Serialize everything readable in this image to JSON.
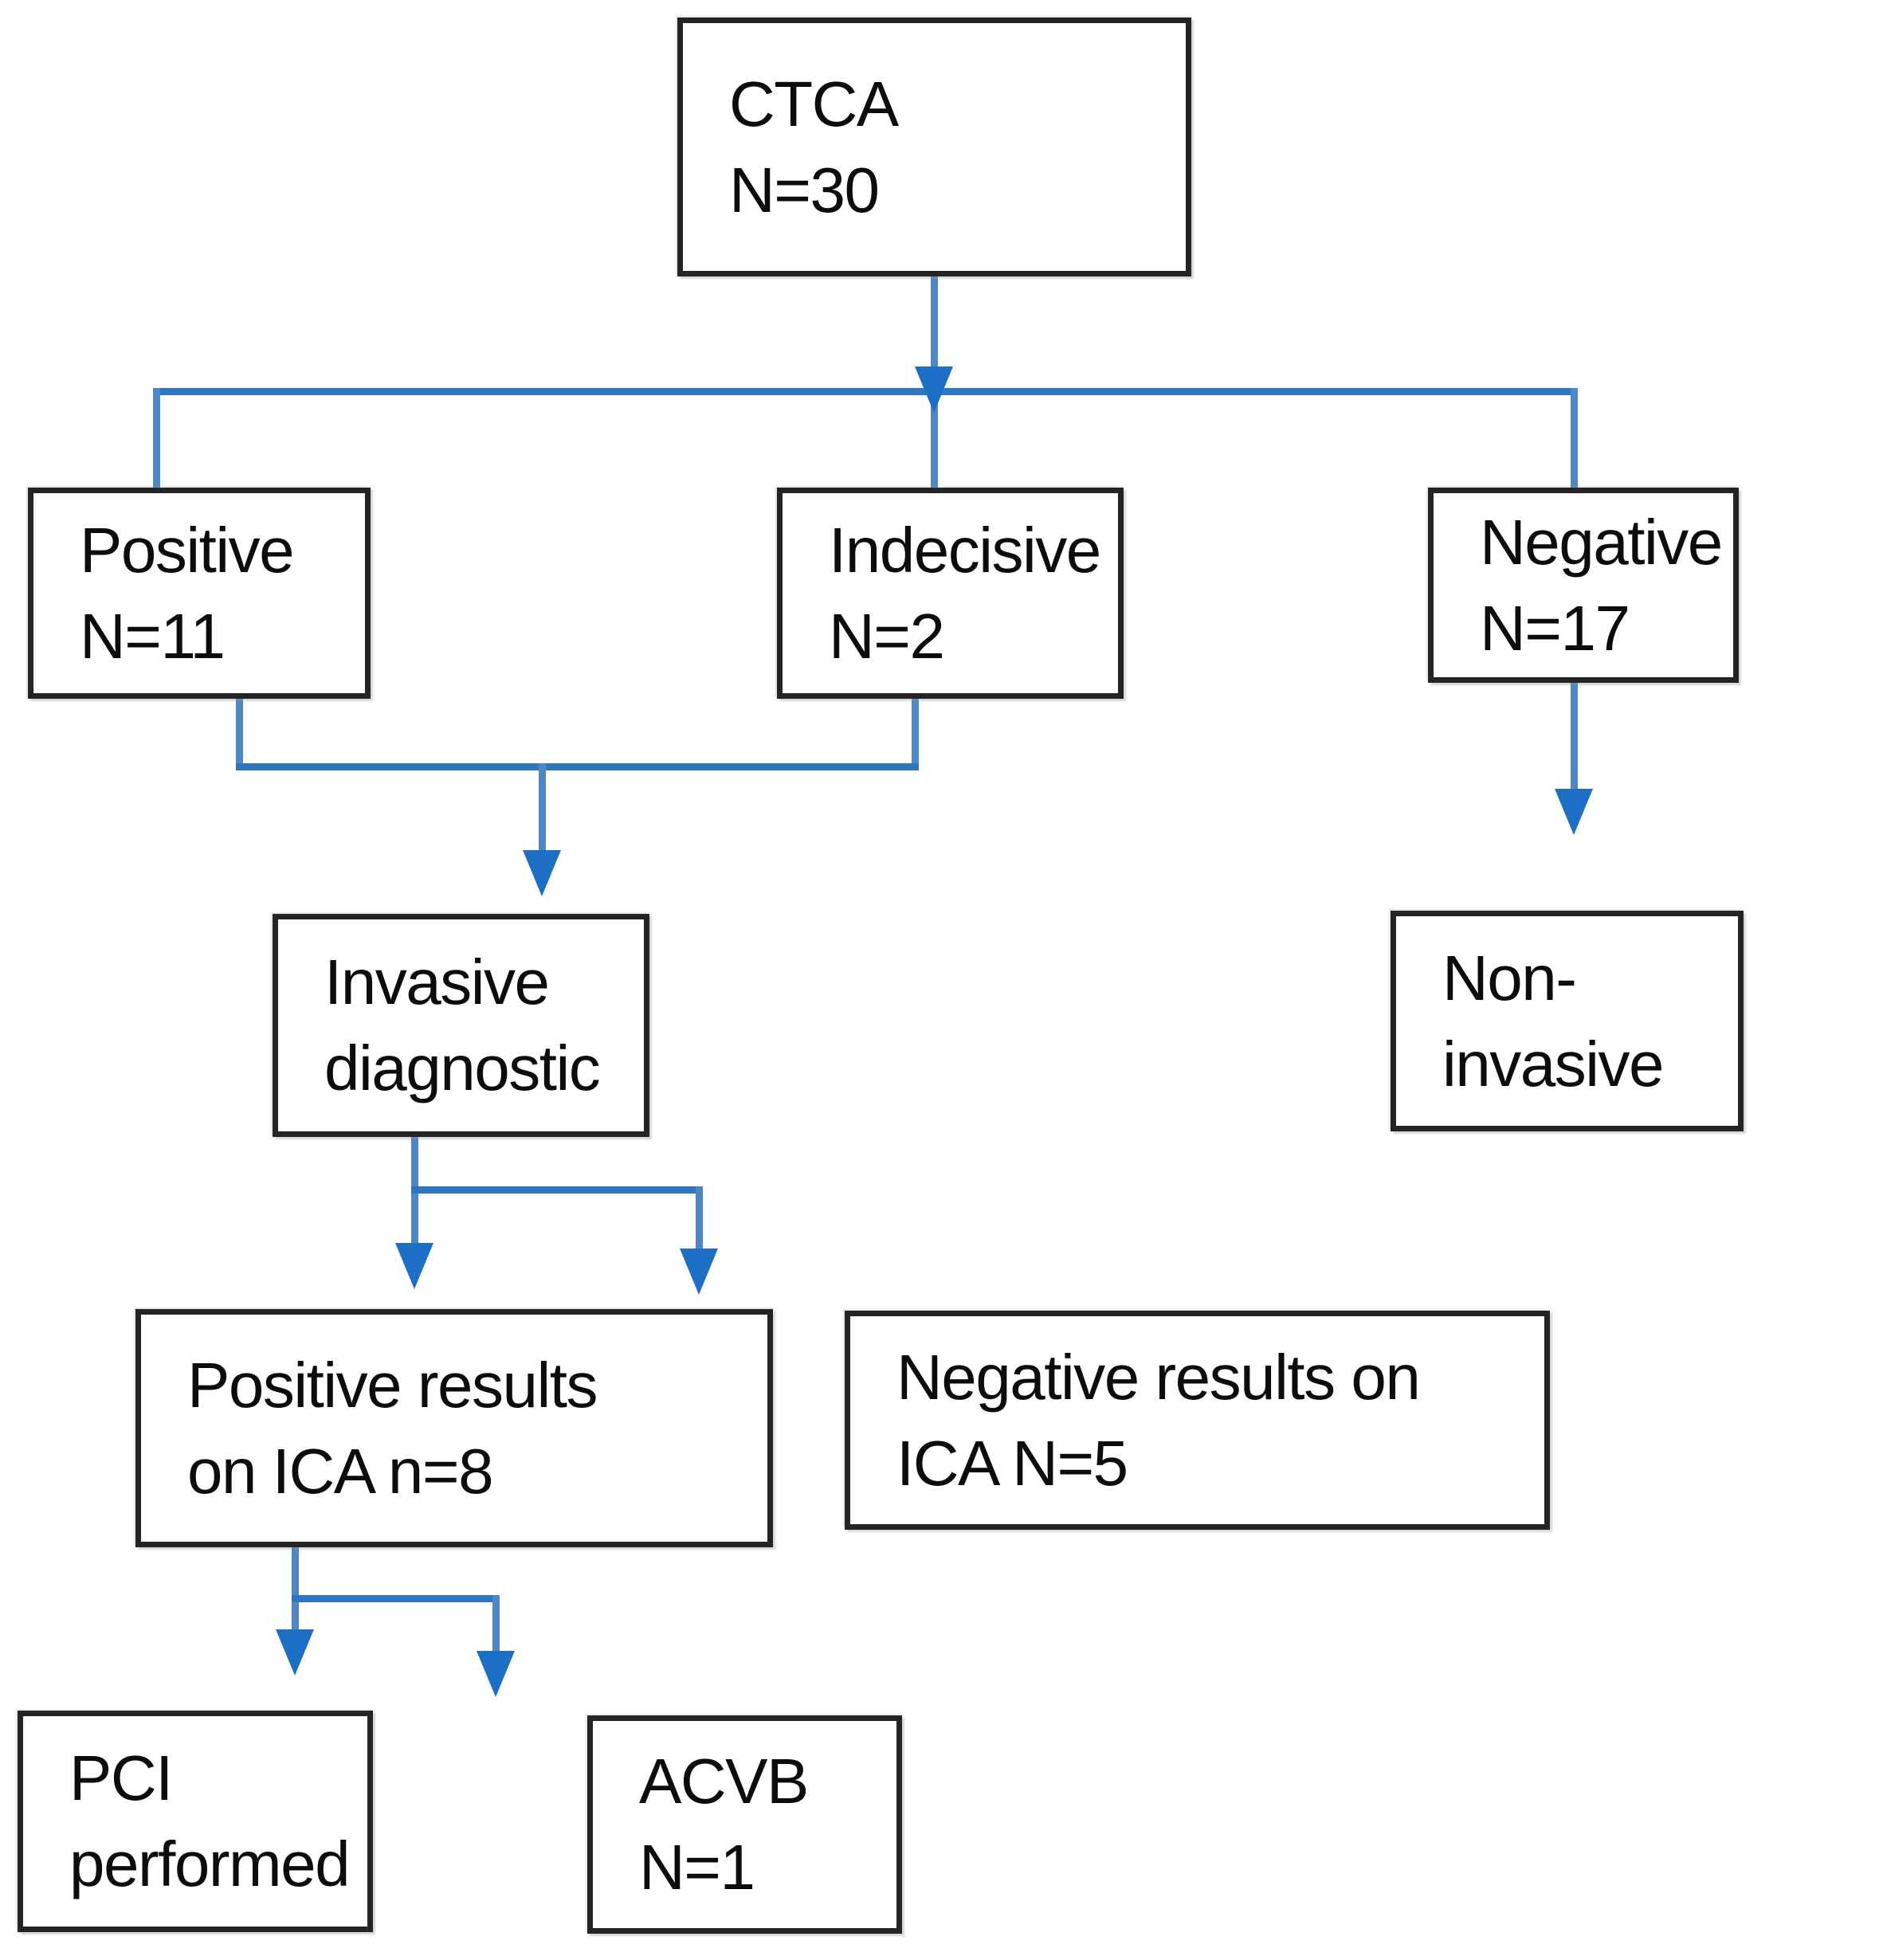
{
  "diagram": {
    "title": "CTCA triage flowchart",
    "colors": {
      "line": "#4e86c6",
      "line_strong": "#2e77c0",
      "arrow": "#1d6fc6",
      "box_border": "#242424",
      "text": "#0c0c0c",
      "background": "#ffffff"
    },
    "nodes": {
      "ctca": {
        "line1": "CTCA",
        "line2": "N=30"
      },
      "positive": {
        "line1": "Positive",
        "line2": "N=11"
      },
      "indecisive": {
        "line1": "Indecisive",
        "line2": "N=2"
      },
      "negative": {
        "line1": "Negative",
        "line2": "N=17"
      },
      "invasive": {
        "line1": "Invasive",
        "line2": "diagnostic"
      },
      "noninvasive": {
        "line1": "Non-",
        "line2": "invasive"
      },
      "positive_results": {
        "line1": "Positive results",
        "line2": "on ICA n=8"
      },
      "negative_results": {
        "line1": "Negative results on",
        "line2": "ICA N=5"
      },
      "pci": {
        "line1": "PCI",
        "line2": "performed"
      },
      "acvb": {
        "line1": "ACVB",
        "line2": "N=1"
      }
    },
    "edges": [
      "CTCA -> Positive",
      "CTCA -> Indecisive",
      "CTCA -> Negative",
      "Positive + Indecisive -> Invasive diagnostic",
      "Negative -> Non-invasive",
      "Invasive diagnostic -> Positive results on ICA n=8",
      "Invasive diagnostic -> Negative results on ICA N=5",
      "Positive results on ICA n=8 -> PCI performed",
      "Positive results on ICA n=8 -> ACVB N=1"
    ]
  }
}
